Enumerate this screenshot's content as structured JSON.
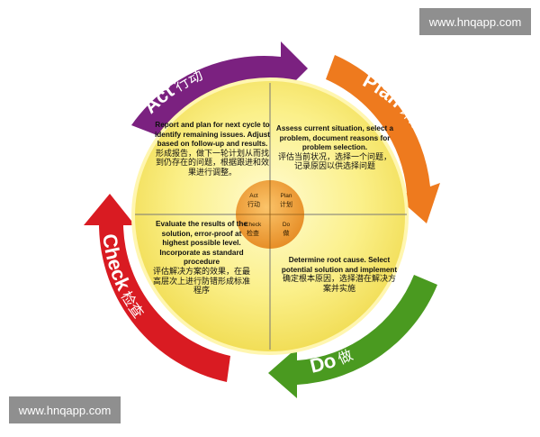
{
  "watermarks": {
    "top": "www.hnqapp.com",
    "bottom": "www.hnqapp.com"
  },
  "arrows": {
    "act": {
      "label": "Act",
      "cn": "行动",
      "color": "#7b2180"
    },
    "plan": {
      "label": "Plan",
      "cn": "计划",
      "color": "#ee7a1e"
    },
    "do": {
      "label": "Do",
      "cn": "做",
      "color": "#4a9a20"
    },
    "check": {
      "label": "Check",
      "cn": "检查",
      "color": "#d91b22"
    }
  },
  "quadrants": {
    "act": {
      "en": "Report and plan for next cycle to identify remaining issues. Adjust based on follow-up and results.",
      "cn": "形成报告，做下一轮计划从而找到仍存在的问题，根据跟进和效果进行调整。"
    },
    "plan": {
      "en": "Assess current situation, select a problem, document reasons for problem selection.",
      "cn": "评估当前状况，选择一个问题，记录原因以供选择问题"
    },
    "check": {
      "en": "Evaluate the results of the solution, error-proof at highest possible level. Incorporate as standard procedure",
      "cn": "评估解决方案的效果，在最高层次上进行防错形成标准程序"
    },
    "do": {
      "en": "Determine root cause. Select potential solution and implement",
      "cn": "确定根本原因，选择潜在解决方案并实施"
    }
  },
  "center": {
    "act": {
      "en": "Act",
      "cn": "行动"
    },
    "plan": {
      "en": "Plan",
      "cn": "计划"
    },
    "check": {
      "en": "Check",
      "cn": "检查"
    },
    "do": {
      "en": "Do",
      "cn": "做"
    }
  },
  "colors": {
    "disc": "#f7ea6a",
    "disc_edge": "#fff9c8",
    "hub": "#f2a63a"
  }
}
